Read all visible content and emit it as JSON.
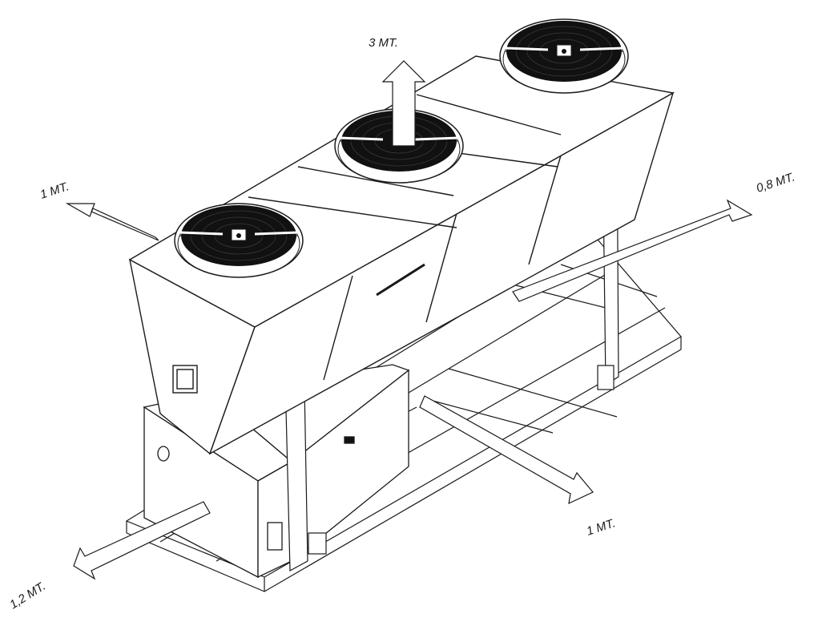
{
  "clearances": {
    "top": "3 MT.",
    "left": "1 MT.",
    "right": "0,8 MT.",
    "front_right": "1 MT.",
    "front_left": "1,2 MT."
  },
  "colors": {
    "line": "#1a1a1a",
    "fan": "#111111",
    "panel": "#ffffff"
  },
  "icons": {
    "arrow": "outline-arrow-icon",
    "fan": "fan-icon"
  }
}
